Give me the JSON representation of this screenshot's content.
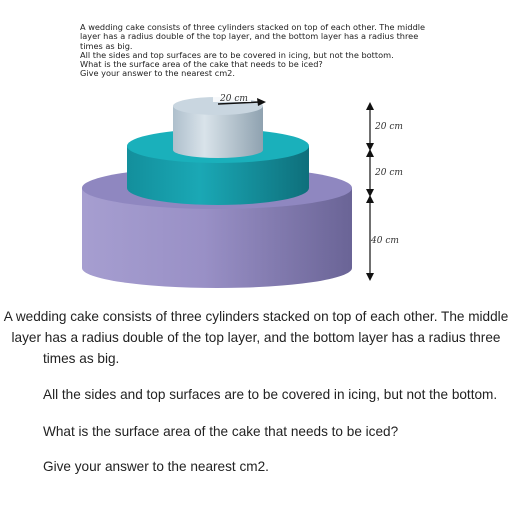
{
  "header_text": {
    "line1": "A wedding cake consists of three cylinders stacked on top of each other. The middle",
    "line2": "layer has a radius double of the top layer, and the bottom layer has a radius three",
    "line3": "times as big.",
    "line4": "All the sides and top surfaces are to be covered in icing, but not the bottom.",
    "line5": "What is the surface area of the cake that needs to be iced?",
    "line6": "Give your answer to the nearest cm2."
  },
  "diagram": {
    "radius_label": "20 cm",
    "top_layer_height": "20 cm",
    "middle_layer_height": "20 cm",
    "bottom_layer_height": "40 cm",
    "colors": {
      "top_layer": "#c9d6e0",
      "middle_layer": "#1aa3b0",
      "bottom_layer": "#9c93c8"
    }
  },
  "body_text": {
    "p1_line1": "A wedding cake consists of three cylinders stacked on top of each other. The middle",
    "p1_line2": "layer has a radius double of the top layer, and the bottom layer has a radius three",
    "p1_line3": "times as big.",
    "p2": "All the sides and top surfaces are to be covered in icing, but not the bottom.",
    "p3": "What is the surface area of the cake that needs to be iced?",
    "p4": "Give your answer to the nearest cm2."
  }
}
